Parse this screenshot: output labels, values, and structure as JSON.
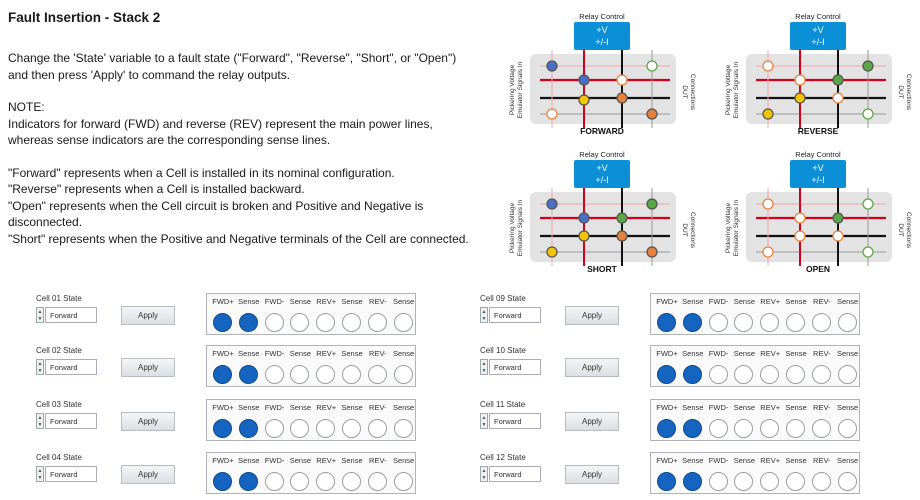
{
  "page": {
    "title": "Fault Insertion - Stack 2",
    "paragraphs": [
      "Change the 'State' variable to a fault state (\"Forward\", \"Reverse\", \"Short\", or \"Open\")\nand then press 'Apply' to command the relay outputs.",
      "NOTE:\nIndicators for forward (FWD) and reverse (REV) represent the main power lines,\nwhereas sense indicators are the corresponding sense lines.",
      "\"Forward\" represents when a Cell is installed in its nominal configuration.\n\"Reverse\" represents when a Cell is installed backward.\n\"Open\" represents when the Cell circuit is broken and Positive and Negative is\ndisconnected.\n\"Short\" represents when the Positive and Negative terminals of the Cell are connected."
    ]
  },
  "diagrams": [
    {
      "caption": "FORWARD",
      "relay_label": "Relay Control",
      "relay_text": [
        "+V",
        "+/-I"
      ],
      "left_label": [
        "Pickering Voltage",
        "Emulator Signals In"
      ],
      "right_label": [
        "DUT",
        "Connections"
      ]
    },
    {
      "caption": "REVERSE",
      "relay_label": "Relay Control",
      "relay_text": [
        "+V",
        "+/-I"
      ],
      "left_label": [
        "Pickering Voltage",
        "Emulator Signals In"
      ],
      "right_label": [
        "DUT",
        "Connections"
      ]
    },
    {
      "caption": "SHORT",
      "relay_label": "Relay Control",
      "relay_text": [
        "+V",
        "+/-I"
      ],
      "left_label": [
        "Pickering Voltage",
        "Emulator Signals In"
      ],
      "right_label": [
        "DUT",
        "Connections"
      ]
    },
    {
      "caption": "OPEN",
      "relay_label": "Relay Control",
      "relay_text": [
        "+V",
        "+/-I"
      ],
      "left_label": [
        "Pickering Voltage",
        "Emulator Signals In"
      ],
      "right_label": [
        "DUT",
        "Connections"
      ]
    }
  ],
  "indicator_labels": [
    "FWD+",
    "Sense",
    "FWD-",
    "Sense",
    "REV+",
    "Sense",
    "REV-",
    "Sense"
  ],
  "apply_label": "Apply",
  "cells": [
    {
      "label": "Cell 01 State",
      "state": "Forward",
      "indicators": [
        true,
        true,
        false,
        false,
        false,
        false,
        false,
        false
      ]
    },
    {
      "label": "Cell 02 State",
      "state": "Forward",
      "indicators": [
        true,
        true,
        false,
        false,
        false,
        false,
        false,
        false
      ]
    },
    {
      "label": "Cell 03 State",
      "state": "Forward",
      "indicators": [
        true,
        true,
        false,
        false,
        false,
        false,
        false,
        false
      ]
    },
    {
      "label": "Cell 04 State",
      "state": "Forward",
      "indicators": [
        true,
        true,
        false,
        false,
        false,
        false,
        false,
        false
      ]
    },
    {
      "label": "Cell 09 State",
      "state": "Forward",
      "indicators": [
        true,
        true,
        false,
        false,
        false,
        false,
        false,
        false
      ]
    },
    {
      "label": "Cell 10 State",
      "state": "Forward",
      "indicators": [
        true,
        true,
        false,
        false,
        false,
        false,
        false,
        false
      ]
    },
    {
      "label": "Cell 11 State",
      "state": "Forward",
      "indicators": [
        true,
        true,
        false,
        false,
        false,
        false,
        false,
        false
      ]
    },
    {
      "label": "Cell 12 State",
      "state": "Forward",
      "indicators": [
        true,
        true,
        false,
        false,
        false,
        false,
        false,
        false
      ]
    }
  ],
  "colors": {
    "relay_box": "#0b8fd6",
    "led_on": "#1565c0",
    "line_red": "#d0021b",
    "node_blue": "#4a6fc7",
    "node_yellow": "#f5c400",
    "node_green": "#5aa845",
    "node_orange": "#e8823a"
  }
}
